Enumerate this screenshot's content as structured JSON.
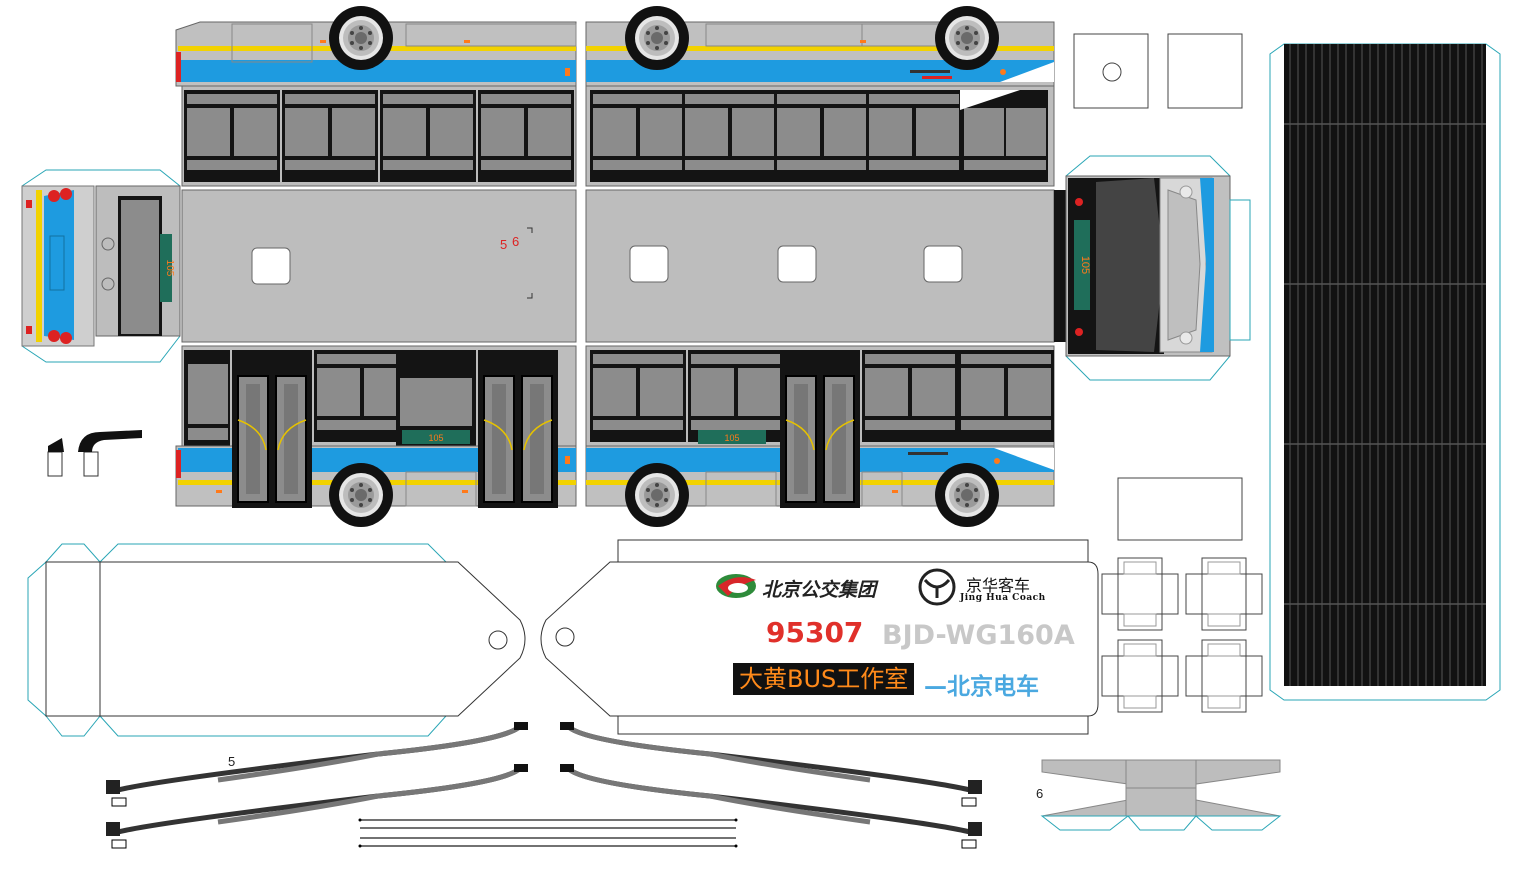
{
  "colors": {
    "body_gray": "#c0c0c0",
    "roof_gray": "#bdbdbd",
    "livery_blue": "#1e9be0",
    "stripe_yellow": "#f2d200",
    "window_dark": "#141414",
    "glass_gray": "#8c8c8c",
    "tab_outline": "#2aa6b6",
    "led_green": "#1f6e5a",
    "led_orange": "#ff7a1a",
    "logo_green": "#2e8b3a",
    "logo_red": "#d8262a"
  },
  "icons": {
    "wheel": "wheel-icon",
    "bus_group_logo": "beijing-bus-group-logo",
    "jinghua_logo": "jinghua-coach-logo"
  },
  "base_plate": {
    "group_name": "北京公交集团",
    "maker_cn": "京华客车",
    "maker_en": "Jing Hua Coach",
    "fleet_number": "95307",
    "model": "BJD-WG160A",
    "studio": "大黄BUS工作室",
    "tagline": "—北京电车"
  },
  "part_labels": {
    "roof_marks": [
      "5",
      "6"
    ],
    "pole_label": "5",
    "base_label": "6"
  },
  "route_number": "105"
}
